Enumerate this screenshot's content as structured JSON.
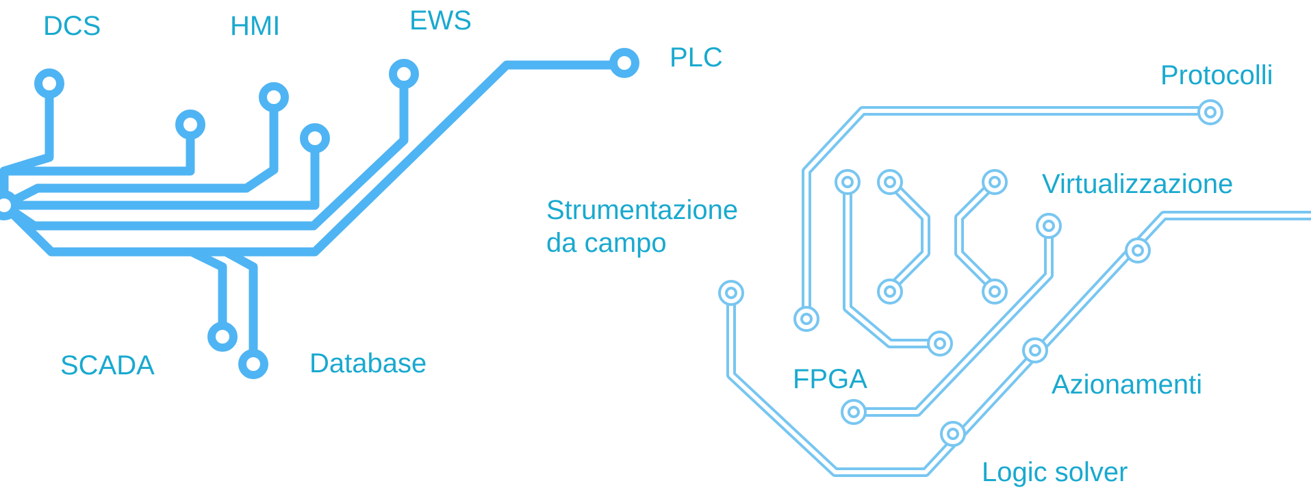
{
  "colors": {
    "label": "#19a9cf",
    "trace_left": "#4fb4f3",
    "trace_right": "#78c6f1"
  },
  "left_cluster": {
    "labels": {
      "dcs": "DCS",
      "hmi": "HMI",
      "ews": "EWS",
      "plc": "PLC",
      "scada": "SCADA",
      "database": "Database"
    }
  },
  "right_cluster": {
    "labels": {
      "protocolli": "Protocolli",
      "virtualizzazione": "Virtualizzazione",
      "strumentazione_line1": "Strumentazione",
      "strumentazione_line2": "da campo",
      "fpga": "FPGA",
      "azionamenti": "Azionamenti",
      "logic_solver": "Logic solver"
    }
  }
}
